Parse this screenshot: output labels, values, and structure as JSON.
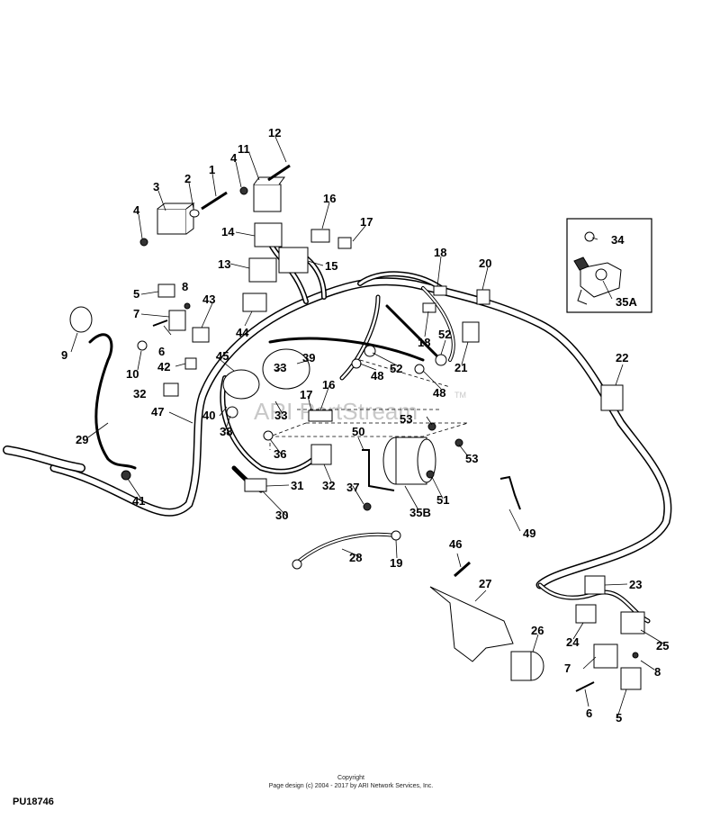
{
  "callouts": {
    "c1": "1",
    "c2": "2",
    "c3": "3",
    "c4a": "4",
    "c4b": "4",
    "c5a": "5",
    "c5b": "5",
    "c6a": "6",
    "c6b": "6",
    "c7a": "7",
    "c7b": "7",
    "c8a": "8",
    "c8b": "8",
    "c9": "9",
    "c10": "10",
    "c11": "11",
    "c12": "12",
    "c13": "13",
    "c14": "14",
    "c15": "15",
    "c16a": "16",
    "c16b": "16",
    "c17a": "17",
    "c17b": "17",
    "c18a": "18",
    "c18b": "18",
    "c19": "19",
    "c20": "20",
    "c21": "21",
    "c22": "22",
    "c23": "23",
    "c24": "24",
    "c25": "25",
    "c26": "26",
    "c27": "27",
    "c28": "28",
    "c29": "29",
    "c30": "30",
    "c31": "31",
    "c32a": "32",
    "c32b": "32",
    "c33a": "33",
    "c33b": "33",
    "c34": "34",
    "c35a": "35A",
    "c35b": "35B",
    "c36": "36",
    "c37": "37",
    "c38": "38",
    "c39": "39",
    "c40": "40",
    "c41": "41",
    "c42": "42",
    "c43": "43",
    "c44": "44",
    "c45": "45",
    "c46": "46",
    "c47": "47",
    "c48a": "48",
    "c48b": "48",
    "c49": "49",
    "c50": "50",
    "c51": "51",
    "c52a": "52",
    "c52b": "52",
    "c53a": "53",
    "c53b": "53"
  },
  "watermark": "ARI PartStream",
  "watermark_tm": "TM",
  "footer": {
    "copyright": "Copyright",
    "page_design": "Page design (c) 2004 - 2017 by ARI Network Services, Inc."
  },
  "drawing_id": "PU18746"
}
